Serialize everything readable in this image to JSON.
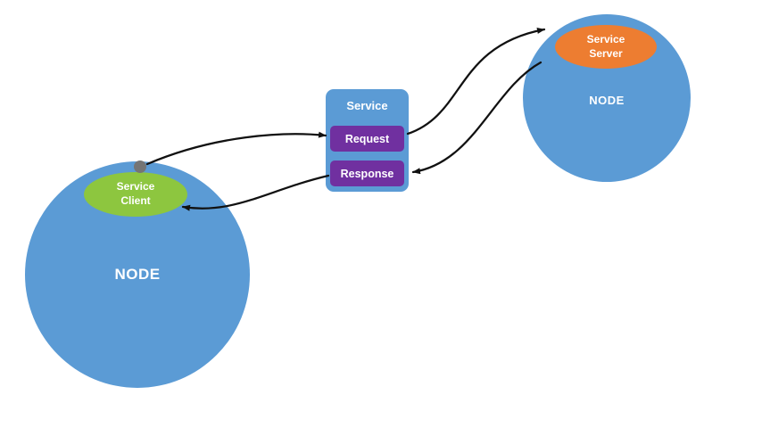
{
  "diagram": {
    "left_node": {
      "label": "NODE",
      "client_label": "Service Client"
    },
    "right_node": {
      "label": "NODE",
      "server_label": "Service Server"
    },
    "service_box": {
      "title": "Service",
      "request_label": "Request",
      "response_label": "Response"
    }
  },
  "colors": {
    "node-blue": "#5b9bd5",
    "client-green": "#8dc63f",
    "server-orange": "#ed7d31",
    "box-purple": "#7030a0",
    "dot-gray": "#757575",
    "arrow-black": "#111111",
    "background": "#ffffff"
  }
}
